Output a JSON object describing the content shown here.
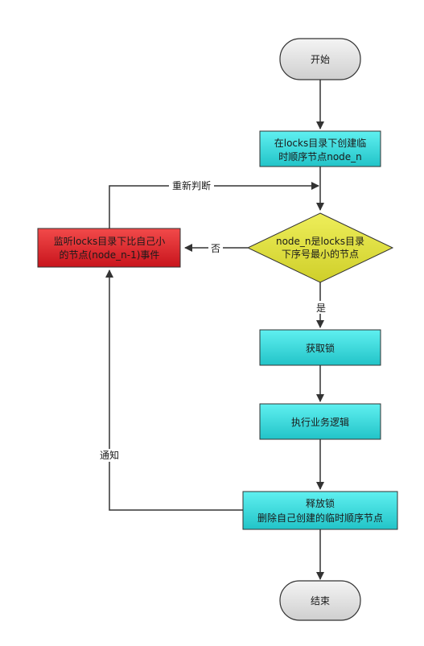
{
  "nodes": {
    "start": "开始",
    "create_line1": "在locks目录下创建临",
    "create_line2": "时顺序节点node_n",
    "decision_line1": "node_n是locks目录",
    "decision_line2": "下序号最小的节点",
    "listen_line1": "监听locks目录下比自己小",
    "listen_line2": "的节点(node_n-1)事件",
    "acquire": "获取锁",
    "execute": "执行业务逻辑",
    "release_line1": "释放锁",
    "release_line2": "删除自己创建的临时顺序节点",
    "end": "结束"
  },
  "edge_labels": {
    "rejudge": "重新判断",
    "no": "否",
    "yes": "是",
    "notify": "通知"
  },
  "colors": {
    "process_fill": "#33d6d9",
    "terminal_fill": "#e3e3e3",
    "decision_fill": "#e0e040",
    "listen_fill": "#e8232a",
    "line": "#333333"
  }
}
